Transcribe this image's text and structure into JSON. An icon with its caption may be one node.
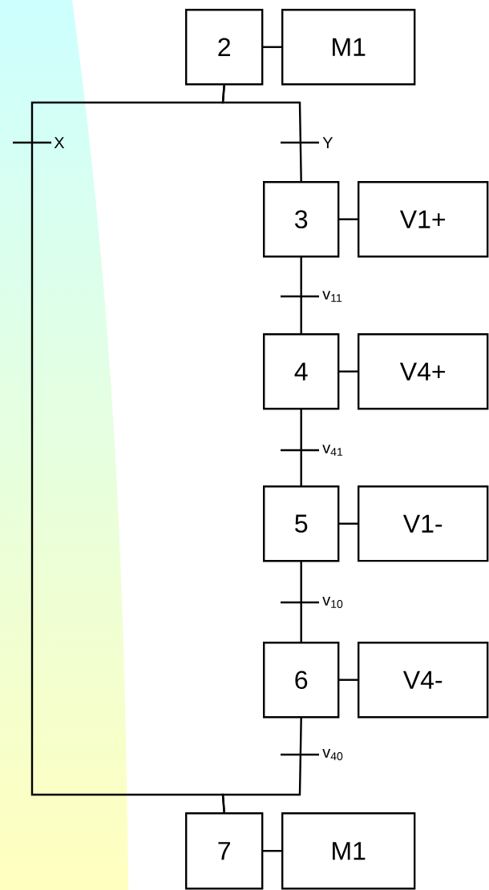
{
  "diagram": {
    "nodes": [
      {
        "text": [
          "2"
        ]
      },
      {
        "text": [
          "M1"
        ]
      },
      {
        "text": [
          "3"
        ]
      },
      {
        "text": [
          "V1+"
        ]
      },
      {
        "text": [
          "4"
        ]
      },
      {
        "text": [
          "V4+"
        ]
      },
      {
        "text": [
          "5"
        ]
      },
      {
        "text": [
          "V1-"
        ]
      },
      {
        "text": [
          "6"
        ]
      },
      {
        "text": [
          "V4-"
        ]
      },
      {
        "text": [
          "7"
        ]
      },
      {
        "text": [
          "M1"
        ]
      }
    ],
    "edges": [
      {
        "from": 0,
        "to": 1,
        "arrow": "none"
      },
      {
        "from": 0,
        "to": 10,
        "arrow": "none",
        "label": "X"
      },
      {
        "from": 0,
        "to": 2,
        "arrow": "none",
        "label": "Y"
      },
      {
        "from": 2,
        "to": 3,
        "arrow": "none"
      },
      {
        "from": 2,
        "to": 4,
        "arrow": "none",
        "label": "v$_{11}$"
      },
      {
        "from": 4,
        "to": 5,
        "arrow": "none"
      },
      {
        "from": 4,
        "to": 6,
        "arrow": "none",
        "label": "v$_{41}$"
      },
      {
        "from": 6,
        "to": 7,
        "arrow": "none"
      },
      {
        "from": 6,
        "to": 8,
        "arrow": "none",
        "label": "v$_{10}$"
      },
      {
        "from": 8,
        "to": 9,
        "arrow": "none"
      },
      {
        "from": 8,
        "to": 10,
        "arrow": "none",
        "label": "v$_{40}$"
      },
      {
        "from": 10,
        "to": 11,
        "arrow": "none"
      }
    ]
  }
}
